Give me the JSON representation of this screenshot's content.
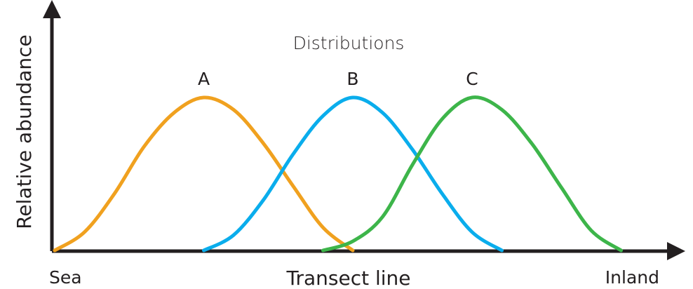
{
  "chart_data": {
    "type": "line",
    "title": "Distributions",
    "xlabel": "Transect line",
    "ylabel": "Relative abundance",
    "x_start_label": "Sea",
    "x_end_label": "Inland",
    "xlim": [
      0,
      100
    ],
    "ylim": [
      0,
      1
    ],
    "grid": false,
    "legend": "none",
    "x": [
      0,
      5,
      10,
      15,
      20,
      25,
      30,
      35,
      40,
      45,
      50,
      55,
      60,
      65,
      70,
      75,
      80,
      85,
      90,
      95,
      100
    ],
    "series": [
      {
        "name": "A",
        "color": "#f0a11f",
        "values": [
          0.0,
          0.12,
          0.37,
          0.68,
          0.9,
          1.0,
          0.92,
          0.7,
          0.42,
          0.15,
          0.0,
          null,
          null,
          null,
          null,
          null,
          null,
          null,
          null,
          null,
          null
        ]
      },
      {
        "name": "B",
        "color": "#0aadec",
        "values": [
          null,
          null,
          null,
          null,
          null,
          0.0,
          0.1,
          0.33,
          0.63,
          0.88,
          1.0,
          0.9,
          0.66,
          0.37,
          0.12,
          0.0,
          null,
          null,
          null,
          null,
          null
        ]
      },
      {
        "name": "C",
        "color": "#3db54a",
        "values": [
          null,
          null,
          null,
          null,
          null,
          null,
          null,
          null,
          null,
          0.0,
          0.06,
          0.22,
          0.56,
          0.86,
          1.0,
          0.92,
          0.7,
          0.41,
          0.13,
          0.0,
          null
        ]
      }
    ]
  }
}
